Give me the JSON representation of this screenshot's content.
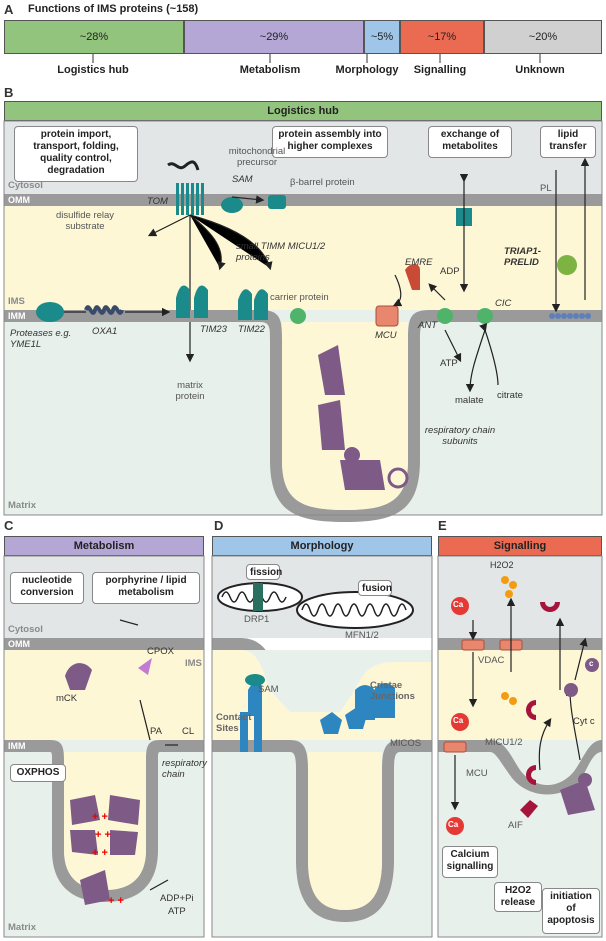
{
  "panelA": {
    "letter": "A",
    "title": "Functions of IMS proteins (~158)",
    "segments": [
      {
        "pct": "~28%",
        "label": "Logistics hub",
        "color": "#93c47d"
      },
      {
        "pct": "~29%",
        "label": "Metabolism",
        "color": "#b4a7d6"
      },
      {
        "pct": "~5%",
        "label": "Morphology",
        "color": "#9fc5e8"
      },
      {
        "pct": "~17%",
        "label": "Signalling",
        "color": "#ea6b52"
      },
      {
        "pct": "~20%",
        "label": "Unknown",
        "color": "#d0d0d0"
      }
    ]
  },
  "panelB": {
    "letter": "B",
    "header": "Logistics hub",
    "boxes": {
      "import": "protein import, transport, folding, quality control, degradation",
      "assembly": "protein assembly into higher complexes",
      "exchange": "exchange of metabolites",
      "lipid": "lipid transfer"
    },
    "compartments": {
      "cytosol": "Cytosol",
      "omm": "OMM",
      "ims": "IMS",
      "imm": "IMM",
      "matrix": "Matrix"
    },
    "labels": {
      "precursor": "mitochondrial precursor",
      "tom": "TOM",
      "sam": "SAM",
      "beta": "β-barrel protein",
      "disulfide": "disulfide relay substrate",
      "small_timm": "small TIMM MICU1/2 proteins",
      "emre": "EMRE",
      "mcu": "MCU",
      "carrier": "carrier protein",
      "tim23": "TIM23",
      "tim22": "TIM22",
      "oxa1": "OXA1",
      "proteases": "Proteases e.g. YME1L",
      "matrix_protein": "matrix protein",
      "resp": "respiratory chain subunits",
      "adp": "ADP",
      "atp": "ATP",
      "ant": "ANT",
      "cic": "CIC",
      "malate": "malate",
      "citrate": "citrate",
      "pl": "PL",
      "triap": "TRIAP1- PRELID"
    }
  },
  "panelC": {
    "letter": "C",
    "header": "Metabolism",
    "boxes": {
      "nucleotide": "nucleotide conversion",
      "porphyrine": "porphyrine / lipid metabolism",
      "oxphos": "OXPHOS"
    },
    "compartments": {
      "cytosol": "Cytosol",
      "omm": "OMM",
      "ims": "IMS",
      "imm": "IMM",
      "matrix": "Matrix"
    },
    "labels": {
      "mck": "mCK",
      "cpox": "CPOX",
      "pa": "PA",
      "cl": "CL",
      "resp": "respiratory chain",
      "adp": "ADP+Pi",
      "atp": "ATP"
    }
  },
  "panelD": {
    "letter": "D",
    "header": "Morphology",
    "labels": {
      "fission": "fission",
      "fusion": "fusion",
      "drp1": "DRP1",
      "mfn": "MFN1/2",
      "sam": "SAM",
      "contact": "Contact Sites",
      "cristae": "Cristae Junctions",
      "micos": "MICOS"
    }
  },
  "panelE": {
    "letter": "E",
    "header": "Signalling",
    "labels": {
      "h2o2": "H2O2",
      "vdac": "VDAC",
      "micu": "MICU1/2",
      "cyt": "Cyt c",
      "mcu": "MCU",
      "aif": "AIF",
      "ca": "Ca",
      "c": "c"
    },
    "boxes": {
      "calcium": "Calcium signalling",
      "h2o2_release": "H2O2 release",
      "apoptosis": "initiation of apoptosis"
    }
  },
  "colors": {
    "logistics": "#93c47d",
    "metabolism": "#b4a7d6",
    "morphology": "#9fc5e8",
    "signalling": "#ea6b52",
    "unknown": "#d0d0d0",
    "cytosol": "#e2e6e6",
    "ims": "#fdf7d6",
    "matrix": "#e8f0ec",
    "membrane": "#9a9a9a",
    "teal": "#1a8a8a",
    "purple": "#7e5a86",
    "green": "#4fb36a"
  }
}
